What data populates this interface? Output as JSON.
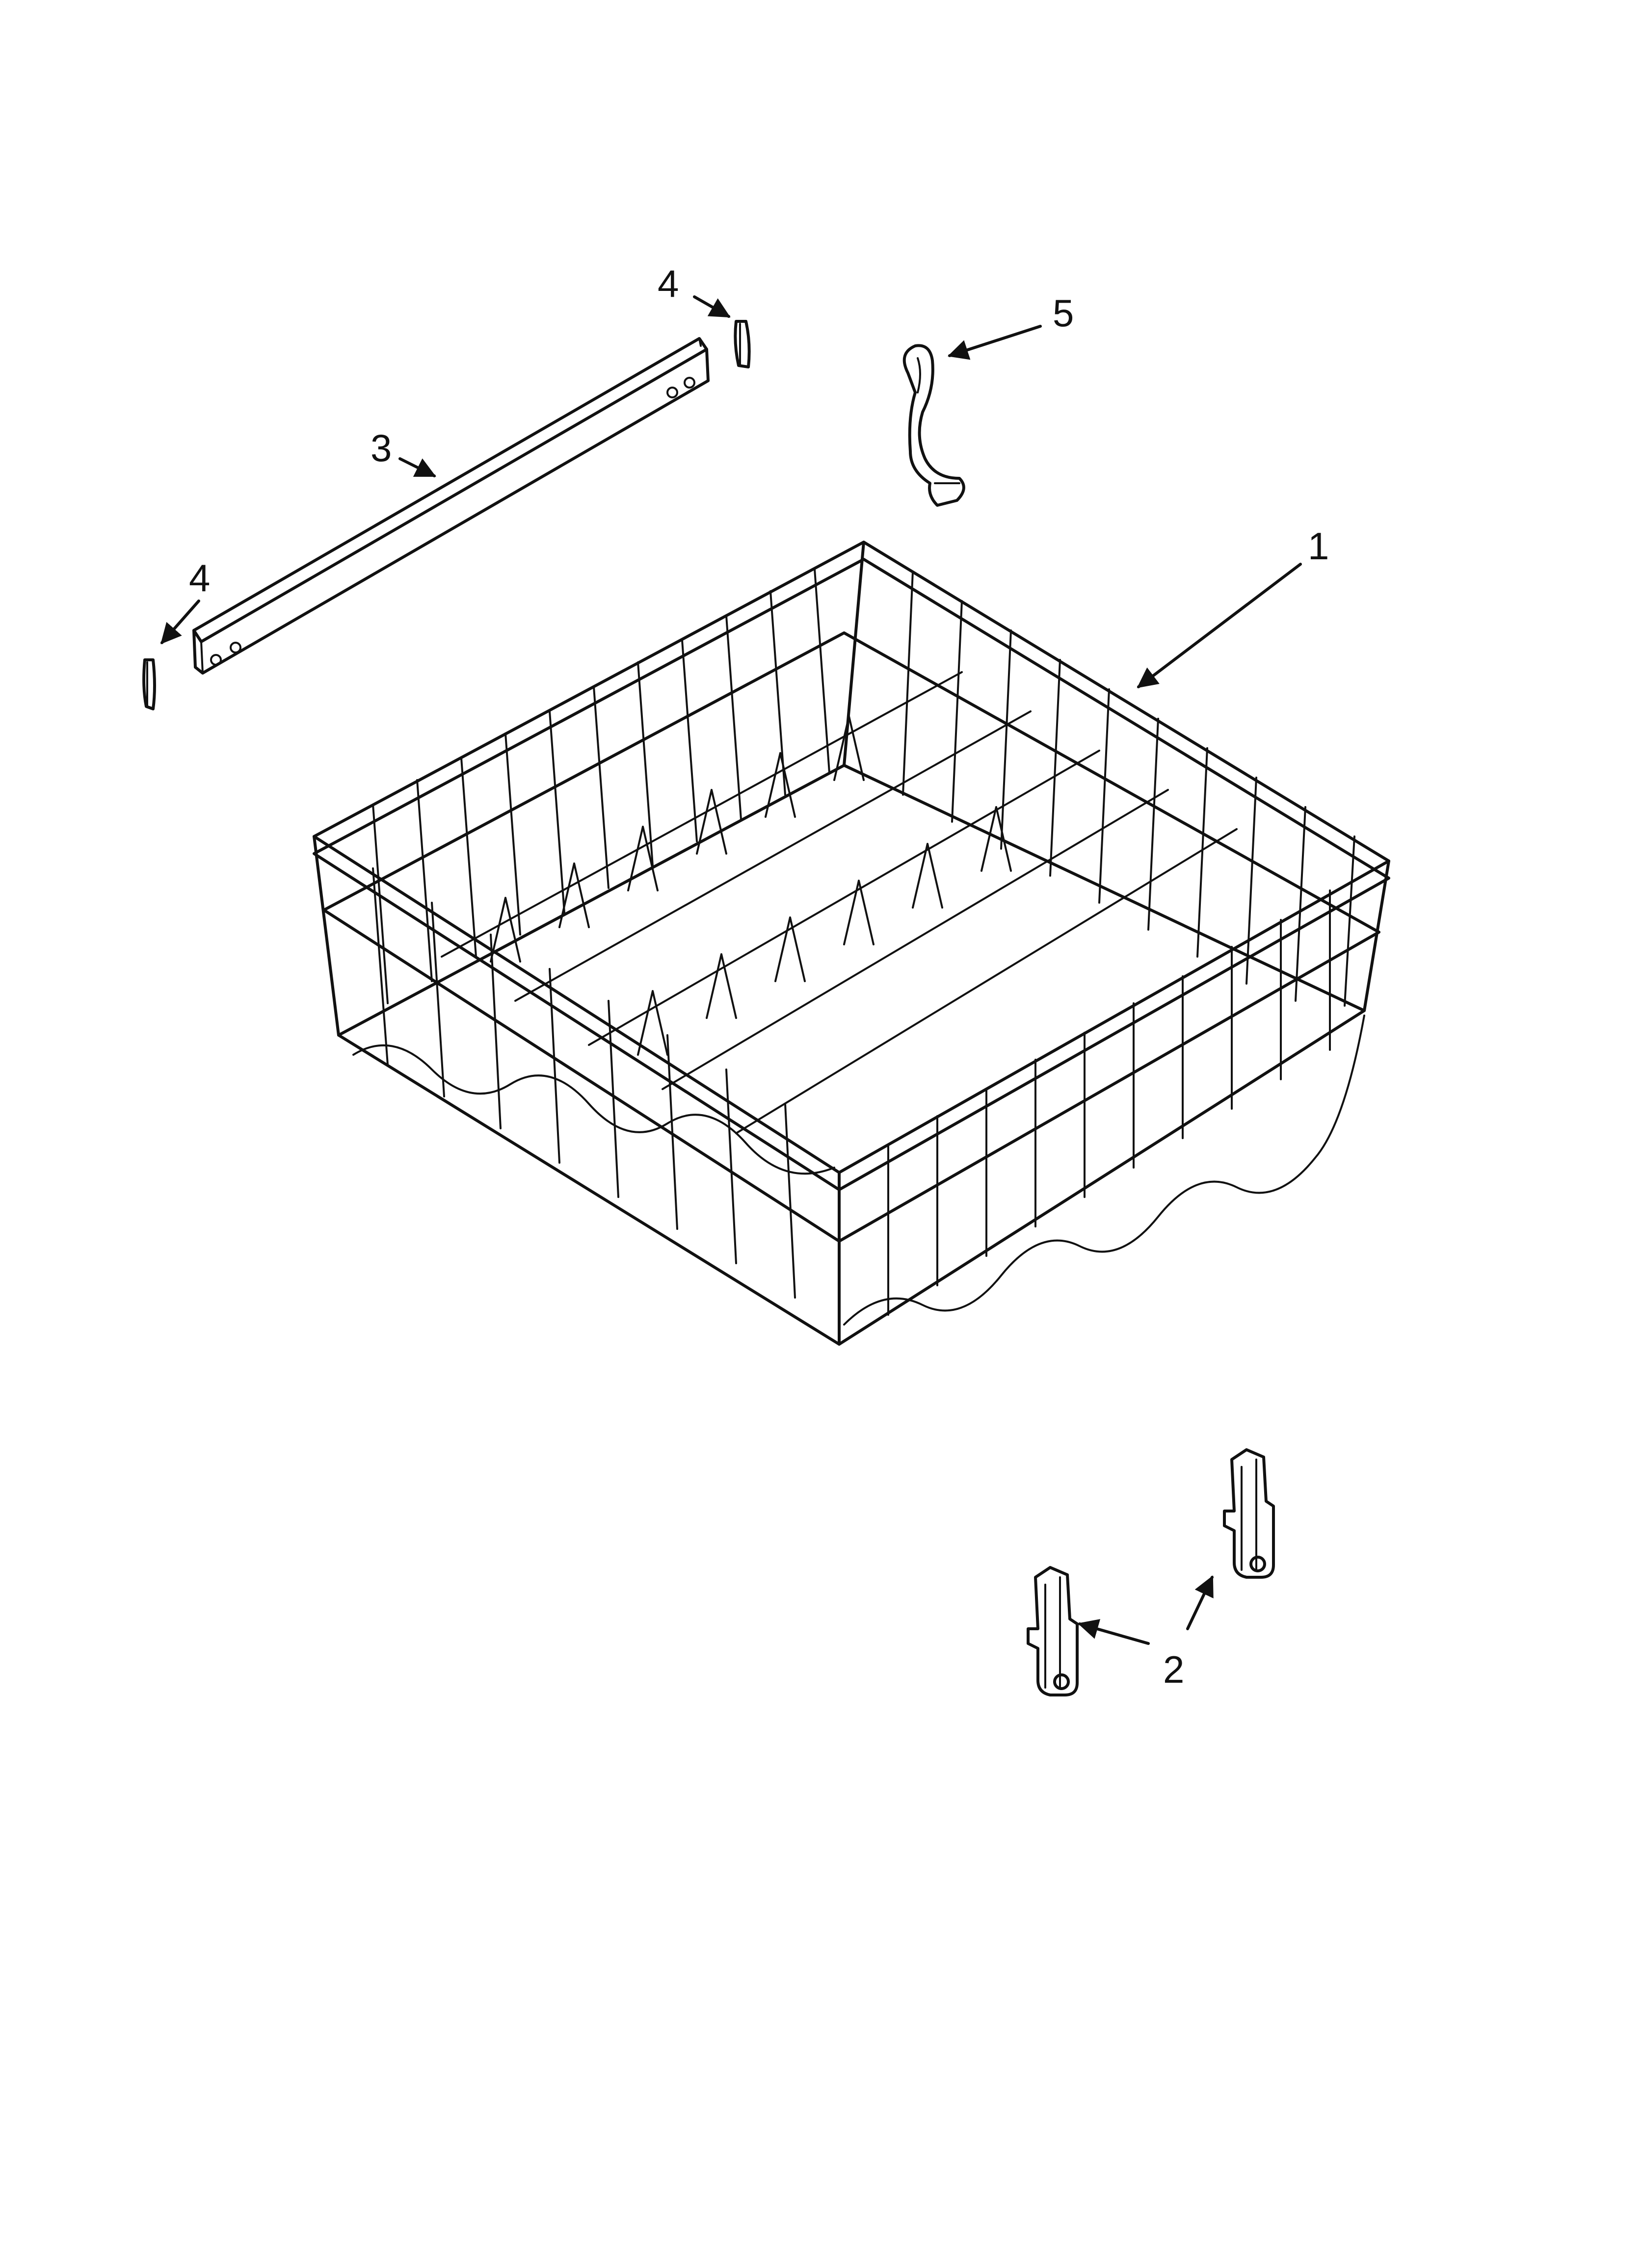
{
  "callouts": {
    "c1": "1",
    "c2": "2",
    "c3": "3",
    "c4a": "4",
    "c4b": "4",
    "c5": "5"
  },
  "parts": [
    {
      "callout": "1",
      "icon": "dish-rack-icon"
    },
    {
      "callout": "2",
      "icon": "rack-adjuster-icon"
    },
    {
      "callout": "3",
      "icon": "rail-icon"
    },
    {
      "callout": "4",
      "icon": "end-cap-icon"
    },
    {
      "callout": "5",
      "icon": "clip-icon"
    }
  ],
  "colors": {
    "line": "#111111",
    "background": "#ffffff"
  }
}
